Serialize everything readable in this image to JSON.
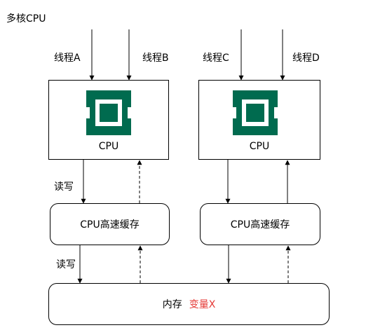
{
  "title": "多核CPU",
  "threads": [
    "线程A",
    "线程B",
    "线程C",
    "线程D"
  ],
  "cpu_left_label": "CPU",
  "cpu_right_label": "CPU",
  "cache_left_label": "CPU高速缓存",
  "cache_right_label": "CPU高速缓存",
  "rw_label_1": "读写",
  "rw_label_2": "读写",
  "memory": {
    "label": "内存",
    "variable": "变量X",
    "variable_color": "#e53935"
  },
  "chip_color": "#006b4f"
}
